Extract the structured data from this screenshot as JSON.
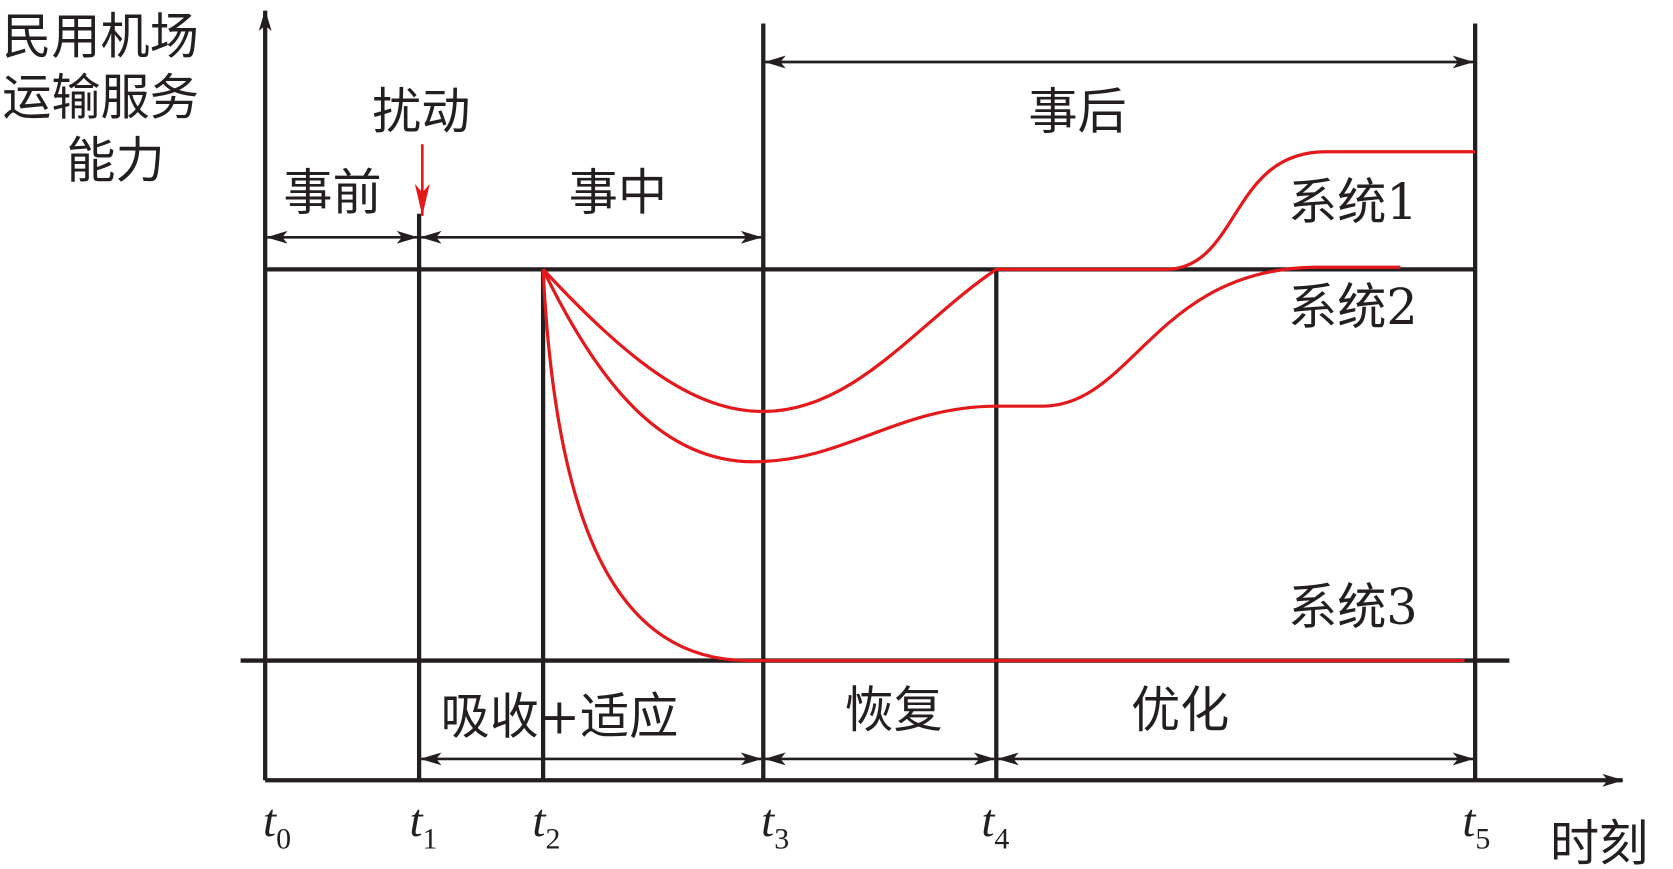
{
  "yaxis_label": [
    "民用机场",
    "运输服务",
    "能力"
  ],
  "xaxis_label": "时刻",
  "disturbance_label": "扰动",
  "phases_top": {
    "before": "事前",
    "during": "事中",
    "after": "事后"
  },
  "phases_bottom": {
    "absorb_adapt": "吸收+适应",
    "recover": "恢复",
    "optimize": "优化"
  },
  "time_ticks": [
    {
      "base": "t",
      "sub": "0"
    },
    {
      "base": "t",
      "sub": "1"
    },
    {
      "base": "t",
      "sub": "2"
    },
    {
      "base": "t",
      "sub": "3"
    },
    {
      "base": "t",
      "sub": "4"
    },
    {
      "base": "t",
      "sub": "5"
    }
  ],
  "systems": [
    "系统1",
    "系统2",
    "系统3"
  ],
  "colors": {
    "curve": "#e3191b",
    "line": "#231f20"
  }
}
